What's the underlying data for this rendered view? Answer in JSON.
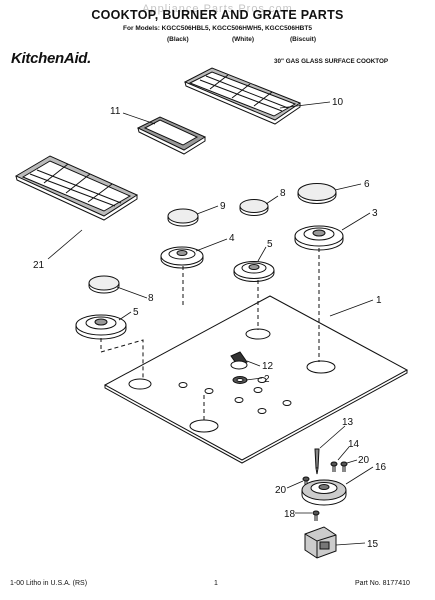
{
  "watermark": "Appliance Parts Pros.com",
  "title": "COOKTOP, BURNER AND GRATE PARTS",
  "models": "For Models: KGCC506HBL5, KGCC506HWH5, KGCC506HBT5",
  "colors": [
    "(Black)",
    "(White)",
    "(Biscuit)"
  ],
  "logo": "KitchenAid.",
  "subtitle": "30\" GAS GLASS SURFACE COOKTOP",
  "footer": {
    "litho": "1-00 Litho in U.S.A. (RS)",
    "page": "1",
    "part_no": "Part No. 8177410"
  },
  "callouts": {
    "c10": "10",
    "c11": "11",
    "c21": "21",
    "c9": "9",
    "c8a": "8",
    "c6": "6",
    "c3": "3",
    "c4": "4",
    "c5a": "5",
    "c8b": "8",
    "c5b": "5",
    "c1": "1",
    "c12": "12",
    "c2": "2",
    "c13": "13",
    "c14": "14",
    "c20a": "20",
    "c16": "16",
    "c20b": "20",
    "c18": "18",
    "c15": "15"
  }
}
